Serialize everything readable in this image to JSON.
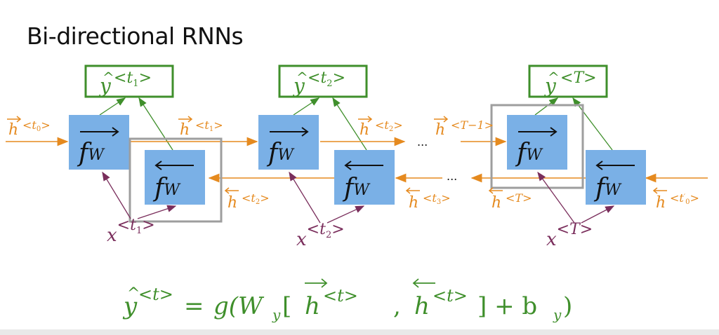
{
  "slide": {
    "title": "Bi-directional RNNs"
  },
  "cells": [
    {
      "output_sub": "t",
      "output_sup": "1",
      "input_sub": "t",
      "input_sup": "1",
      "back_label_sub": "t",
      "back_label_sup": "2"
    },
    {
      "output_sub": "t",
      "output_sup": "2",
      "input_sub": "t",
      "input_sup": "2",
      "back_label_sub": "t",
      "back_label_sup": "3"
    },
    {
      "output_sub": "T",
      "output_sup": "",
      "input_sub": "T",
      "input_sup": "",
      "back_label_sub": "T",
      "back_label_sup": ""
    }
  ],
  "forward_labels": {
    "h0_sub": "t",
    "h0_sup": "0",
    "h1_sub": "t",
    "h1_sup": "1",
    "h2_sub": "t",
    "h2_sup": "2",
    "hT1_sub": "T−1",
    "hT1_sup": ""
  },
  "backward_final": {
    "sub": "t",
    "sup": "0"
  },
  "block_symbol": "f",
  "block_subscript": "W",
  "output_var": "y",
  "input_var": "x",
  "state_var": "h",
  "ellipsis": "...",
  "formula": {
    "lhs": "t",
    "func": "g(W",
    "weight_sub": "y",
    "open_bracket": "[",
    "fwd_sup": "t",
    "comma": ",",
    "bwd_sup": "t",
    "close": "] + b",
    "bias_sub": "y",
    "end": ")"
  },
  "colors": {
    "block_fill": "#7ab0e6",
    "output_box": "#3f8f2b",
    "forward_arrow": "#e58a1f",
    "input_arrow": "#7a2e5c",
    "label_orange": "#e58a1f",
    "label_purple": "#7a2e5c",
    "label_green": "#3f8f2b",
    "highlight_box": "#9e9e9e"
  }
}
